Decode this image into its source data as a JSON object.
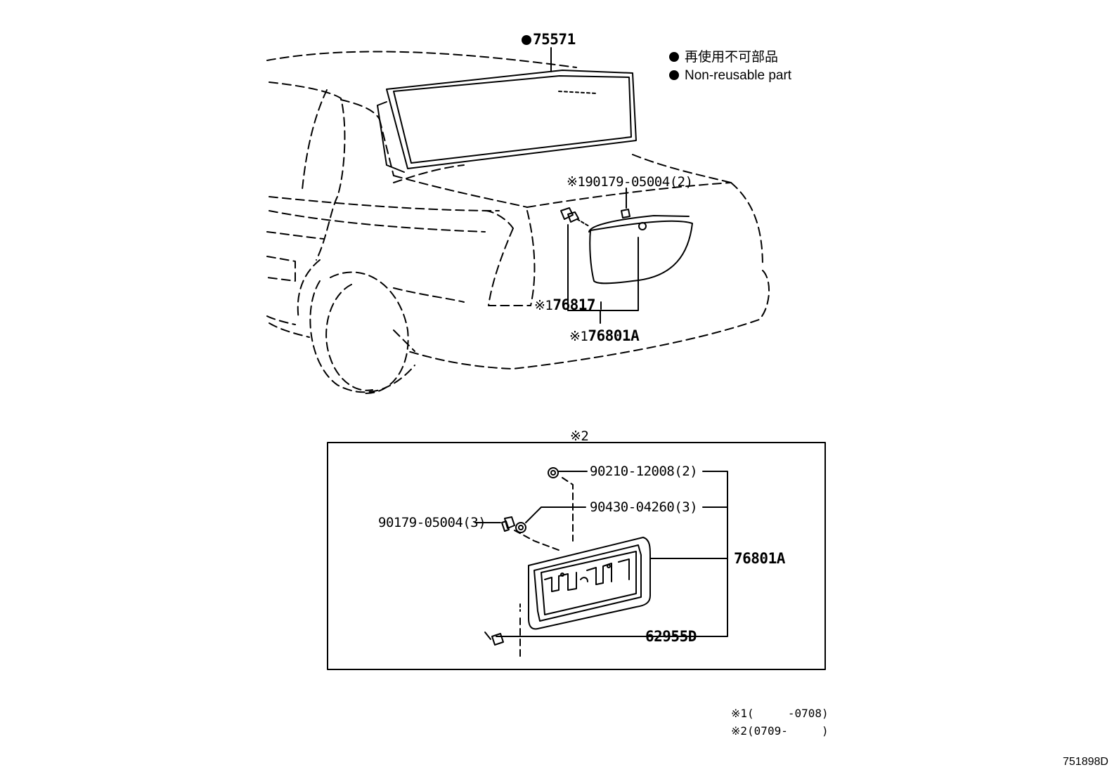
{
  "legend": {
    "japanese": "再使用不可部品",
    "english": "Non-reusable part"
  },
  "parts": {
    "top_seal": "75571",
    "clip_top": "90179-05004(2)",
    "clip_top_mark": "※1",
    "garnish_inner": "76817",
    "garnish_inner_mark": "※1",
    "garnish_assy": "76801A",
    "garnish_assy_mark": "※1"
  },
  "detail": {
    "title": "※2",
    "nut": "90210-12008(2)",
    "grommet": "90430-04260(3)",
    "clip": "90179-05004(3)",
    "garnish": "76801A",
    "screw": "62955D"
  },
  "notes": {
    "n1": "※1(     -0708)",
    "n2": "※2(0709-     )"
  },
  "diagram_code": "751898D"
}
